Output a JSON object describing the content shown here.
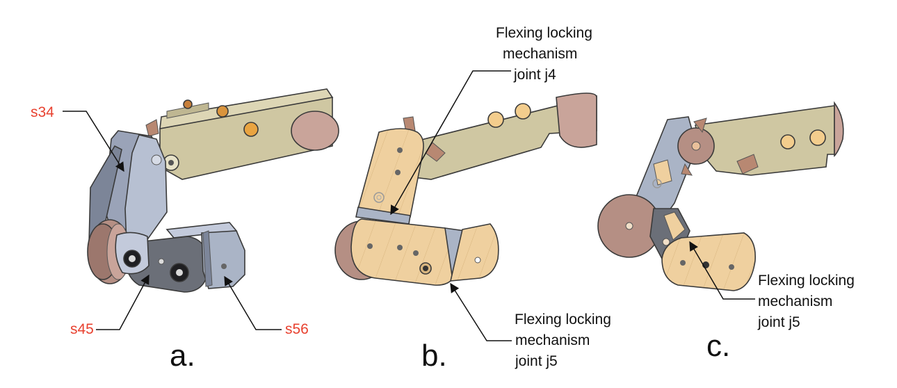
{
  "panels": {
    "a": {
      "letter": "a.",
      "labels": {
        "s34": "s34",
        "s45": "s45",
        "s56": "s56"
      }
    },
    "b": {
      "letter": "b.",
      "callout_j4": [
        "Flexing locking",
        "mechanism",
        "joint j4"
      ],
      "callout_j5": [
        "Flexing locking",
        "mechanism",
        "joint j5"
      ]
    },
    "c": {
      "letter": "c.",
      "callout_j5": [
        "Flexing locking",
        "mechanism",
        "joint j5"
      ]
    }
  },
  "colors": {
    "label_red": "#e8412f",
    "arm_olive": "#cfc7a2",
    "wood": "#efd09f",
    "steel": "#aab4c6",
    "dark_steel": "#6b6f78",
    "wheel": "#b58f84",
    "pin": "#e9b061"
  }
}
